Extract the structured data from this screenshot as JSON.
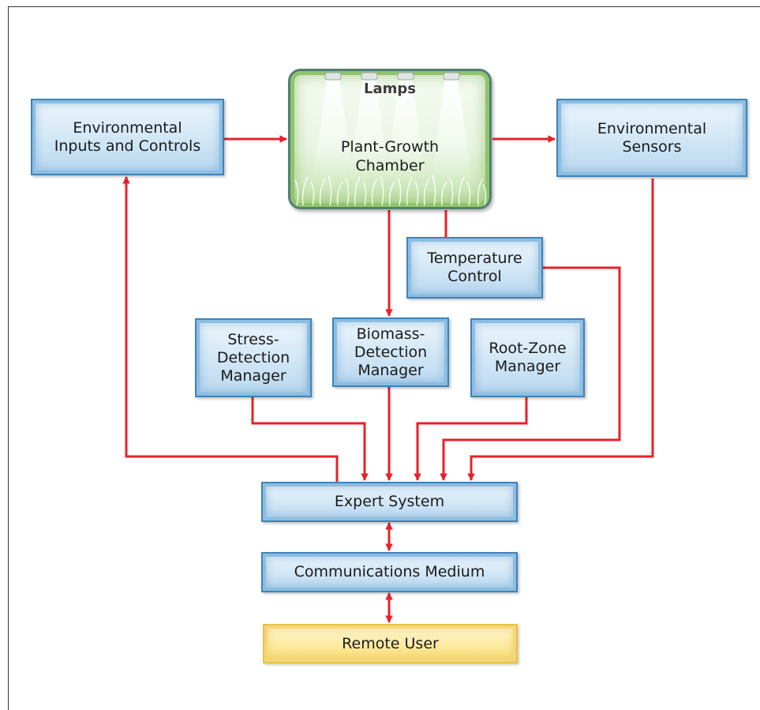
{
  "diagram": {
    "chamber": {
      "lamps_label": "Lamps",
      "label": "Plant-Growth\nChamber"
    },
    "nodes": {
      "env_inputs": "Environmental\nInputs and Controls",
      "env_sensors": "Environmental\nSensors",
      "temp_control": "Temperature\nControl",
      "stress": "Stress-\nDetection\nManager",
      "biomass": "Biomass-\nDetection\nManager",
      "rootzone": "Root-Zone\nManager",
      "expert": "Expert System",
      "comms": "Communications Medium",
      "remote": "Remote User"
    },
    "colors": {
      "arrow": "#e8202a",
      "box_border": "#3f83b8",
      "box_fill": "#d6e9f7",
      "remote_fill": "#fdeaa0",
      "chamber_border": "#4f7f73",
      "chamber_glow": "#8fc46b"
    }
  }
}
